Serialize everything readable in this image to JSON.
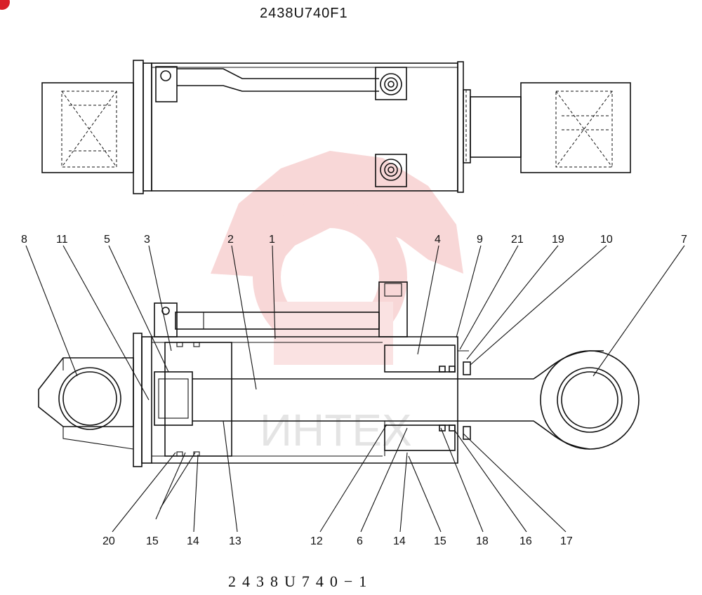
{
  "drawing_number_top": "2438U740F1",
  "drawing_number_bottom": "2438U740−1",
  "watermark": "ИНТЕХ",
  "colors": {
    "line": "#111111",
    "watermark": "#f3b7b7",
    "corner_mark": "#d81e28"
  },
  "callouts": {
    "c8": "8",
    "c11": "11",
    "c5": "5",
    "c3": "3",
    "c2": "2",
    "c1": "1",
    "c4": "4",
    "c9": "9",
    "c21": "21",
    "c19": "19",
    "c10": "10",
    "c7": "7",
    "c20": "20",
    "c15a": "15",
    "c14a": "14",
    "c13": "13",
    "c12": "12",
    "c6": "6",
    "c14b": "14",
    "c15b": "15",
    "c18": "18",
    "c16": "16",
    "c17": "17"
  }
}
